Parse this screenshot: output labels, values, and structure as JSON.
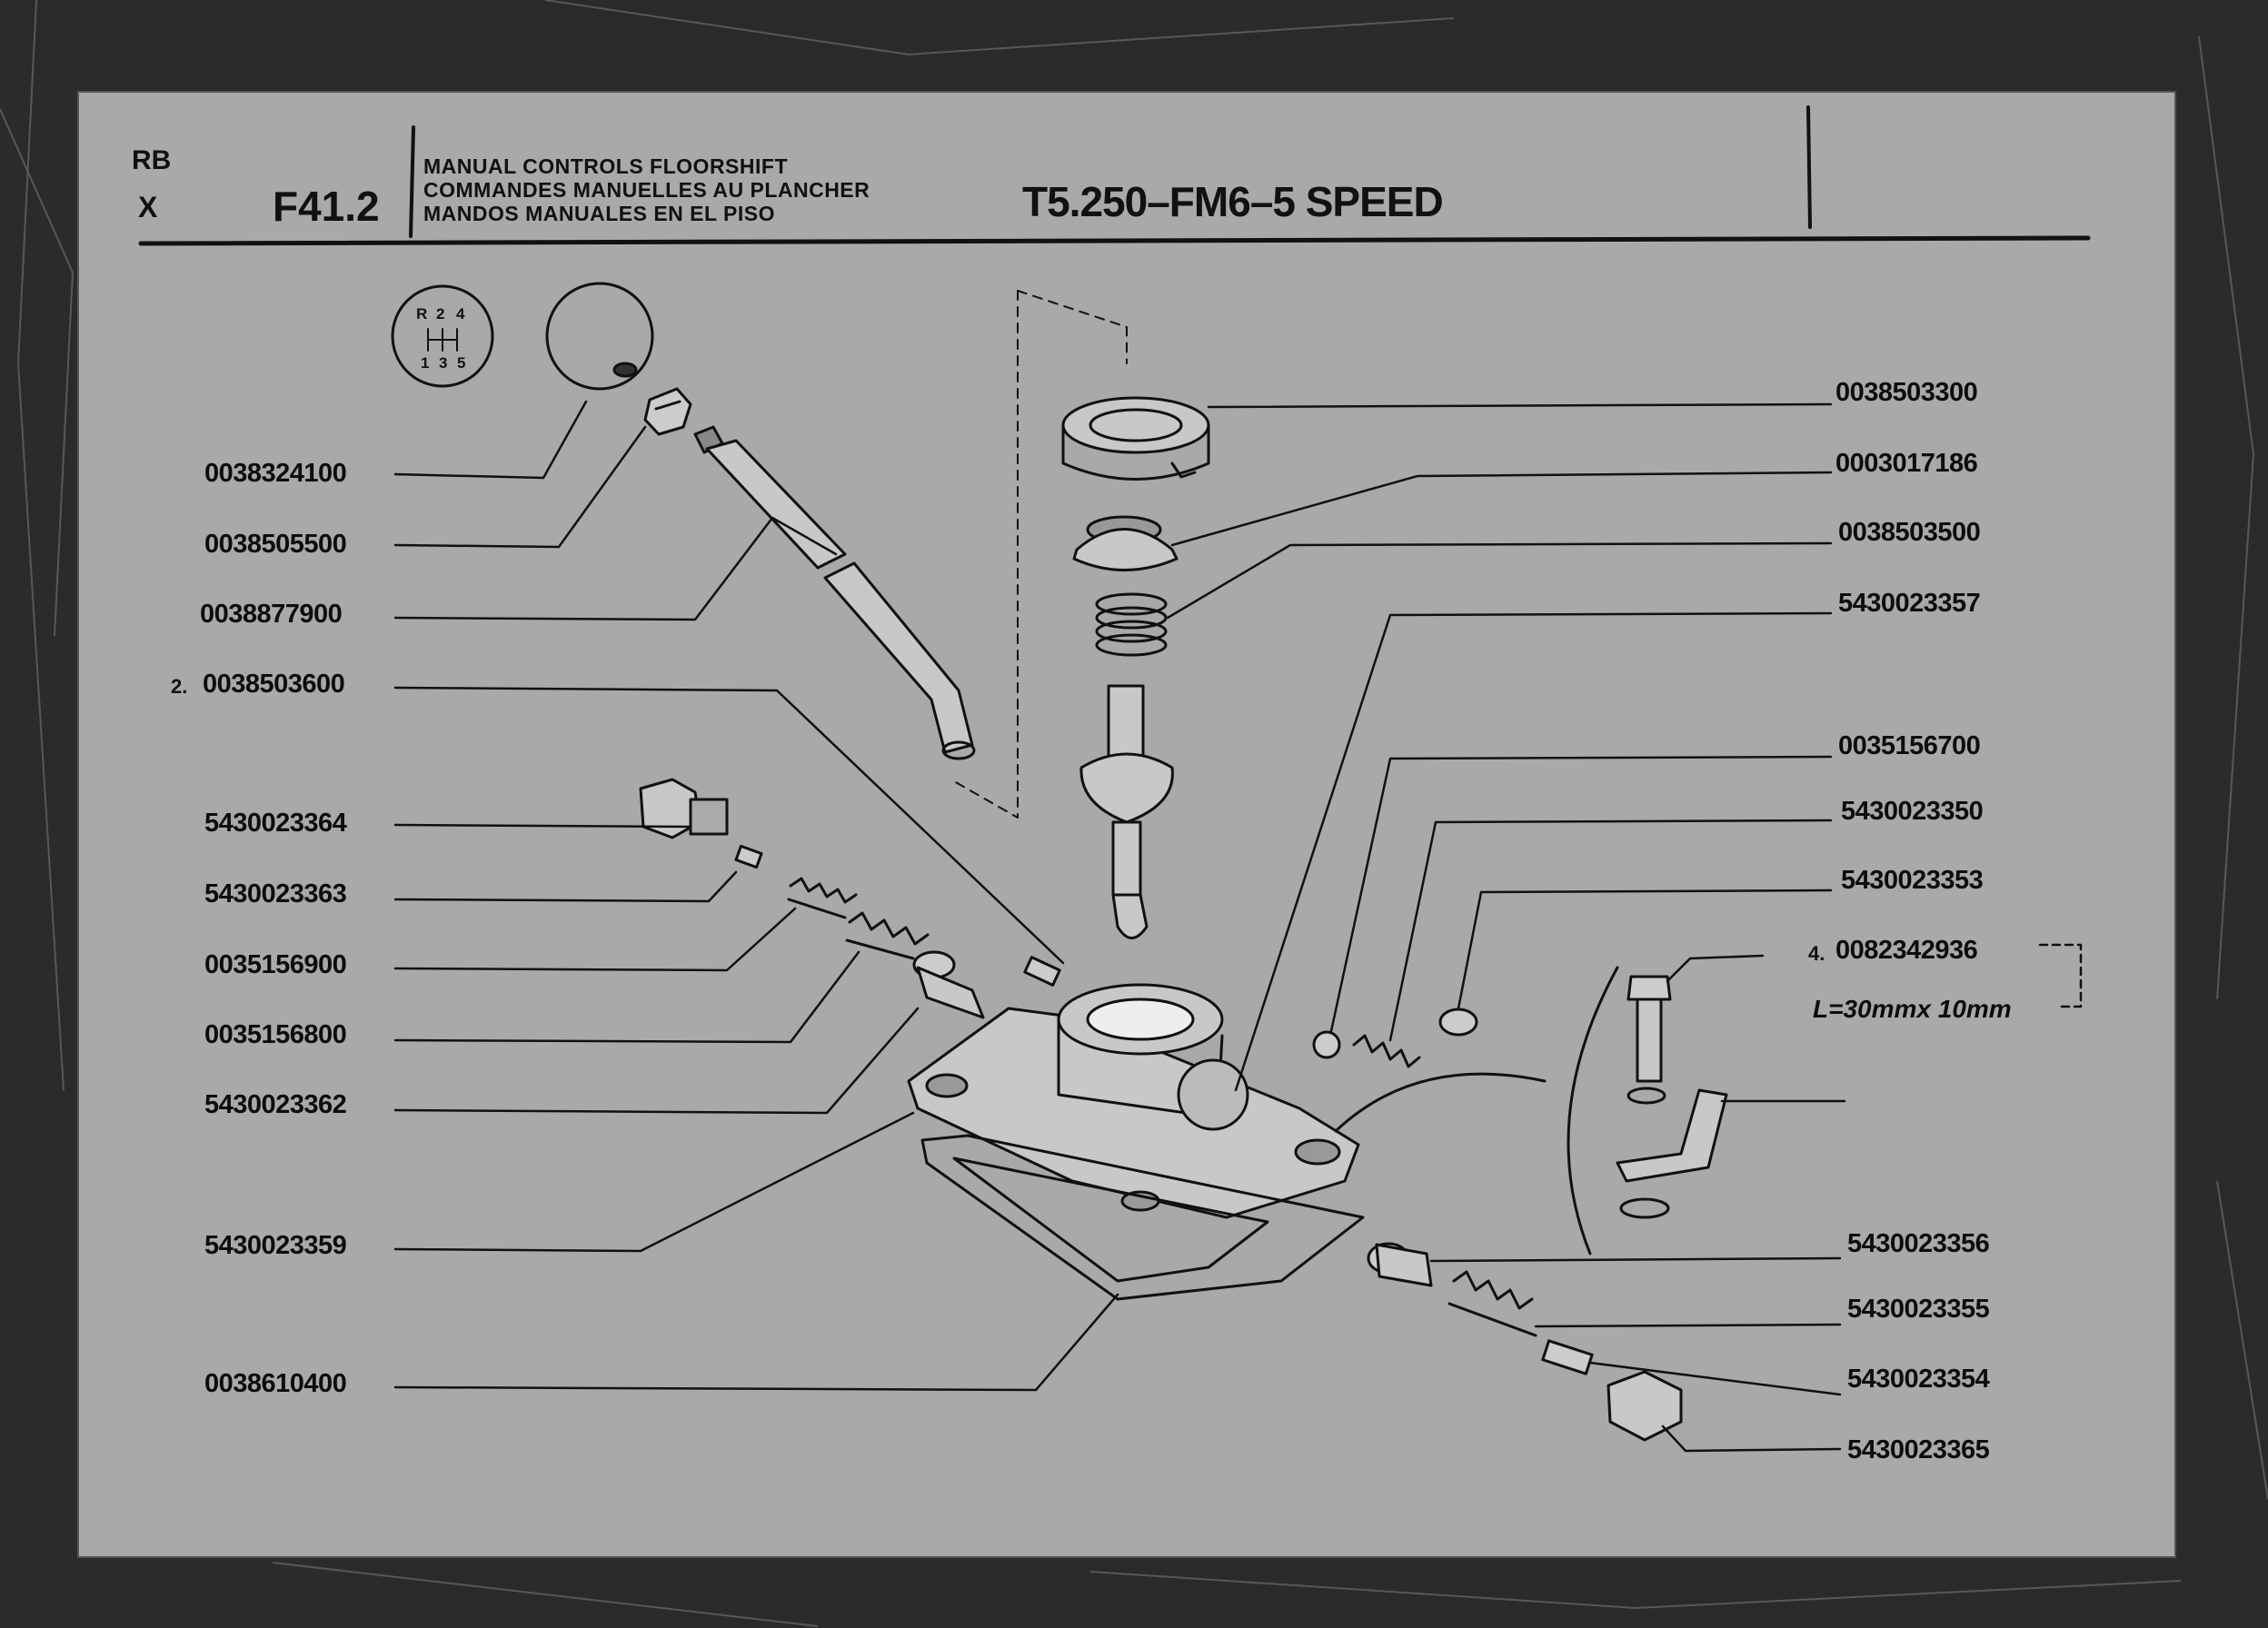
{
  "header": {
    "code_top": "RB",
    "code_bottom": "X",
    "figure_id": "F41.2",
    "description_en": "MANUAL CONTROLS FLOORSHIFT",
    "description_fr": "COMMANDES MANUELLES AU PLANCHER",
    "description_es": "MANDOS MANUALES EN EL PISO",
    "model": "T5.250–FM6–5 SPEED"
  },
  "shift_pattern": {
    "top": [
      "R",
      "2",
      "4"
    ],
    "bottom": [
      "1",
      "3",
      "5"
    ]
  },
  "parts_left": [
    {
      "part_no": "0038324100"
    },
    {
      "part_no": "0038505500"
    },
    {
      "part_no": "0038877900"
    },
    {
      "part_no": "0038503600",
      "index": "2."
    },
    {
      "part_no": "5430023364"
    },
    {
      "part_no": "5430023363"
    },
    {
      "part_no": "0035156900"
    },
    {
      "part_no": "0035156800"
    },
    {
      "part_no": "5430023362"
    },
    {
      "part_no": "5430023359"
    },
    {
      "part_no": "0038610400"
    }
  ],
  "parts_right": [
    {
      "part_no": "0038503300"
    },
    {
      "part_no": "0003017186"
    },
    {
      "part_no": "0038503500"
    },
    {
      "part_no": "5430023357"
    },
    {
      "part_no": "0035156700"
    },
    {
      "part_no": "5430023350"
    },
    {
      "part_no": "5430023353"
    },
    {
      "part_no": "0082342936",
      "index": "4."
    },
    {
      "part_no": "5430023356"
    },
    {
      "part_no": "5430023355"
    },
    {
      "part_no": "5430023354"
    },
    {
      "part_no": "5430023365"
    }
  ],
  "bolt_note": "L=30mmx 10mm",
  "colors": {
    "paper": "#a9a9a9",
    "ink": "#111111",
    "background": "#2b2b2b"
  }
}
